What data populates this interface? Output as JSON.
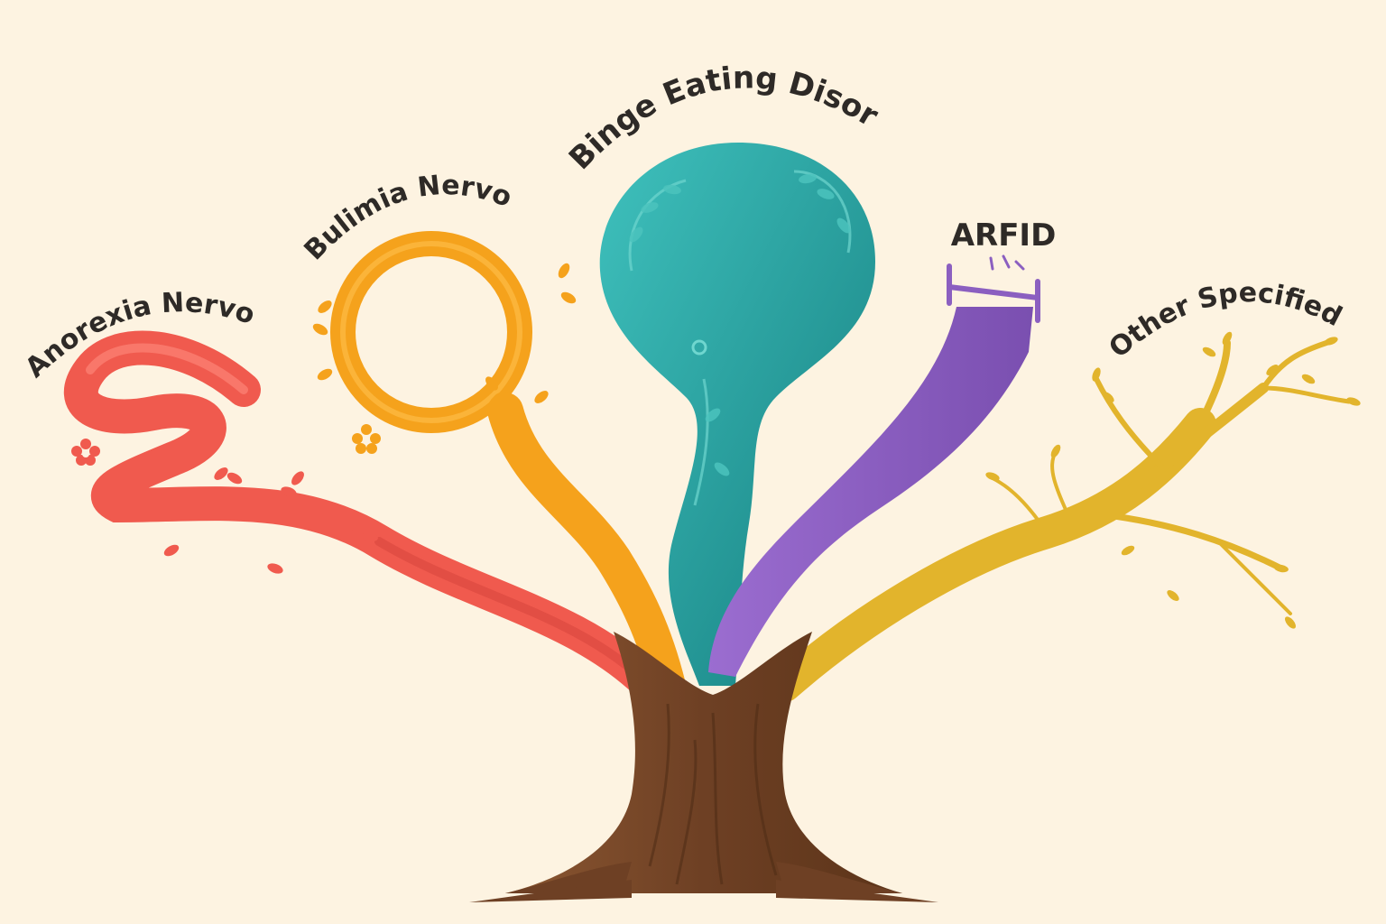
{
  "branches": [
    {
      "key": "anorexia",
      "label": "Anorexia Nervosa",
      "color": "#f05a4e"
    },
    {
      "key": "bulimia",
      "label": "Bulimia Nervosa",
      "color": "#f5a21c"
    },
    {
      "key": "binge",
      "label": "Binge Eating Disorder",
      "color": "#1f9c9a"
    },
    {
      "key": "arfid",
      "label": "ARFID",
      "color": "#8b5fc0"
    },
    {
      "key": "other",
      "label": "Other Specified",
      "color": "#e2b42c"
    }
  ],
  "trunk": {
    "color": "#7a4a2a"
  },
  "background": "#fdf3e1"
}
